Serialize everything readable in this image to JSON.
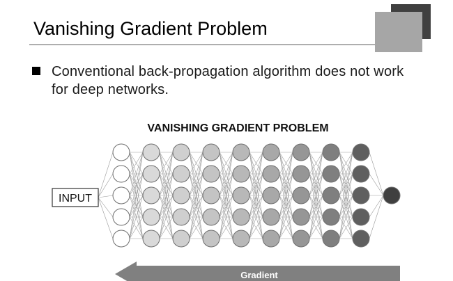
{
  "slide": {
    "title": "Vanishing Gradient Problem",
    "bullet": "Conventional back-propagation algorithm does not work for deep networks."
  },
  "diagram": {
    "title": "VANISHING GRADIENT PROBLEM",
    "input_label": "INPUT",
    "gradient_label": "Gradient",
    "layer_node_counts": [
      5,
      5,
      5,
      5,
      5,
      5,
      5,
      5,
      5,
      1
    ],
    "layer_shades": [
      "#ffffff",
      "#d9d9d9",
      "#cfcfcf",
      "#c4c4c4",
      "#b8b8b8",
      "#a8a8a8",
      "#969696",
      "#7f7f7f",
      "#5f5f5f",
      "#3f3f3f"
    ]
  },
  "colors": {
    "deco_dark": "#404040",
    "deco_gray": "#a6a6a6",
    "arrow": "#808080"
  }
}
